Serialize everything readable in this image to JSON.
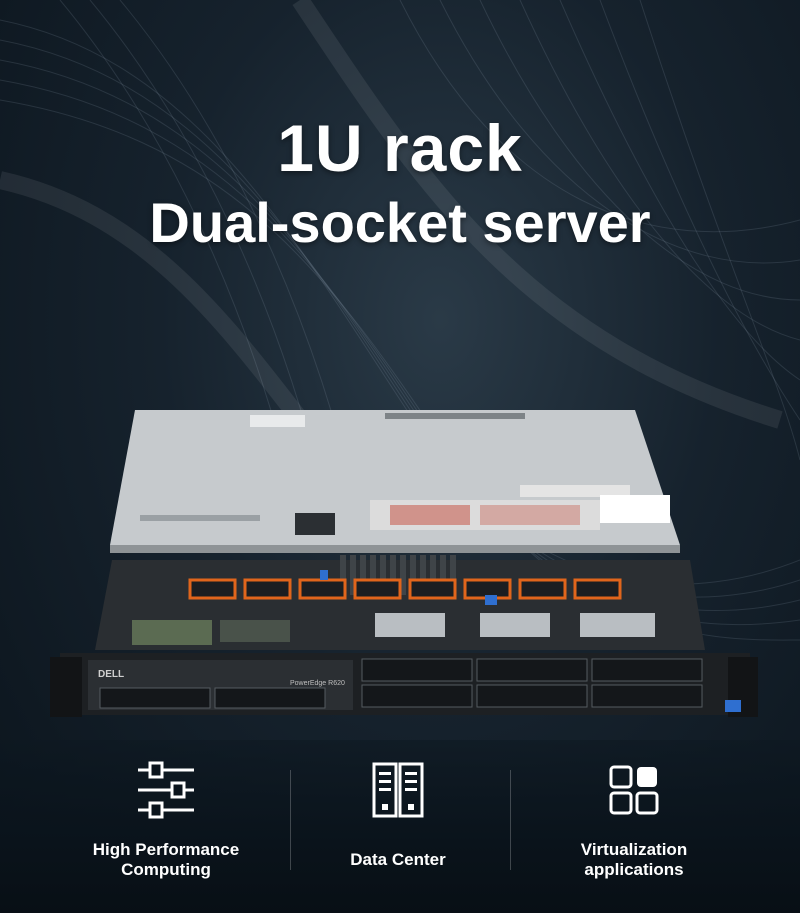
{
  "hero": {
    "title_line1": "1U rack",
    "title_line2": "Dual-socket server"
  },
  "features": [
    {
      "label_line1": "High Performance",
      "label_line2": "Computing",
      "icon": "sliders-icon"
    },
    {
      "label_line1": "Data Center",
      "label_line2": "",
      "icon": "server-racks-icon"
    },
    {
      "label_line1": "Virtualization",
      "label_line2": "applications",
      "icon": "app-grid-icon"
    }
  ],
  "server": {
    "brand": "DELL",
    "model": "PowerEdge R620"
  },
  "colors": {
    "background": "#0d1821",
    "text": "#ffffff",
    "accent_orange": "#e0651c",
    "accent_blue": "#2f6fd0"
  }
}
